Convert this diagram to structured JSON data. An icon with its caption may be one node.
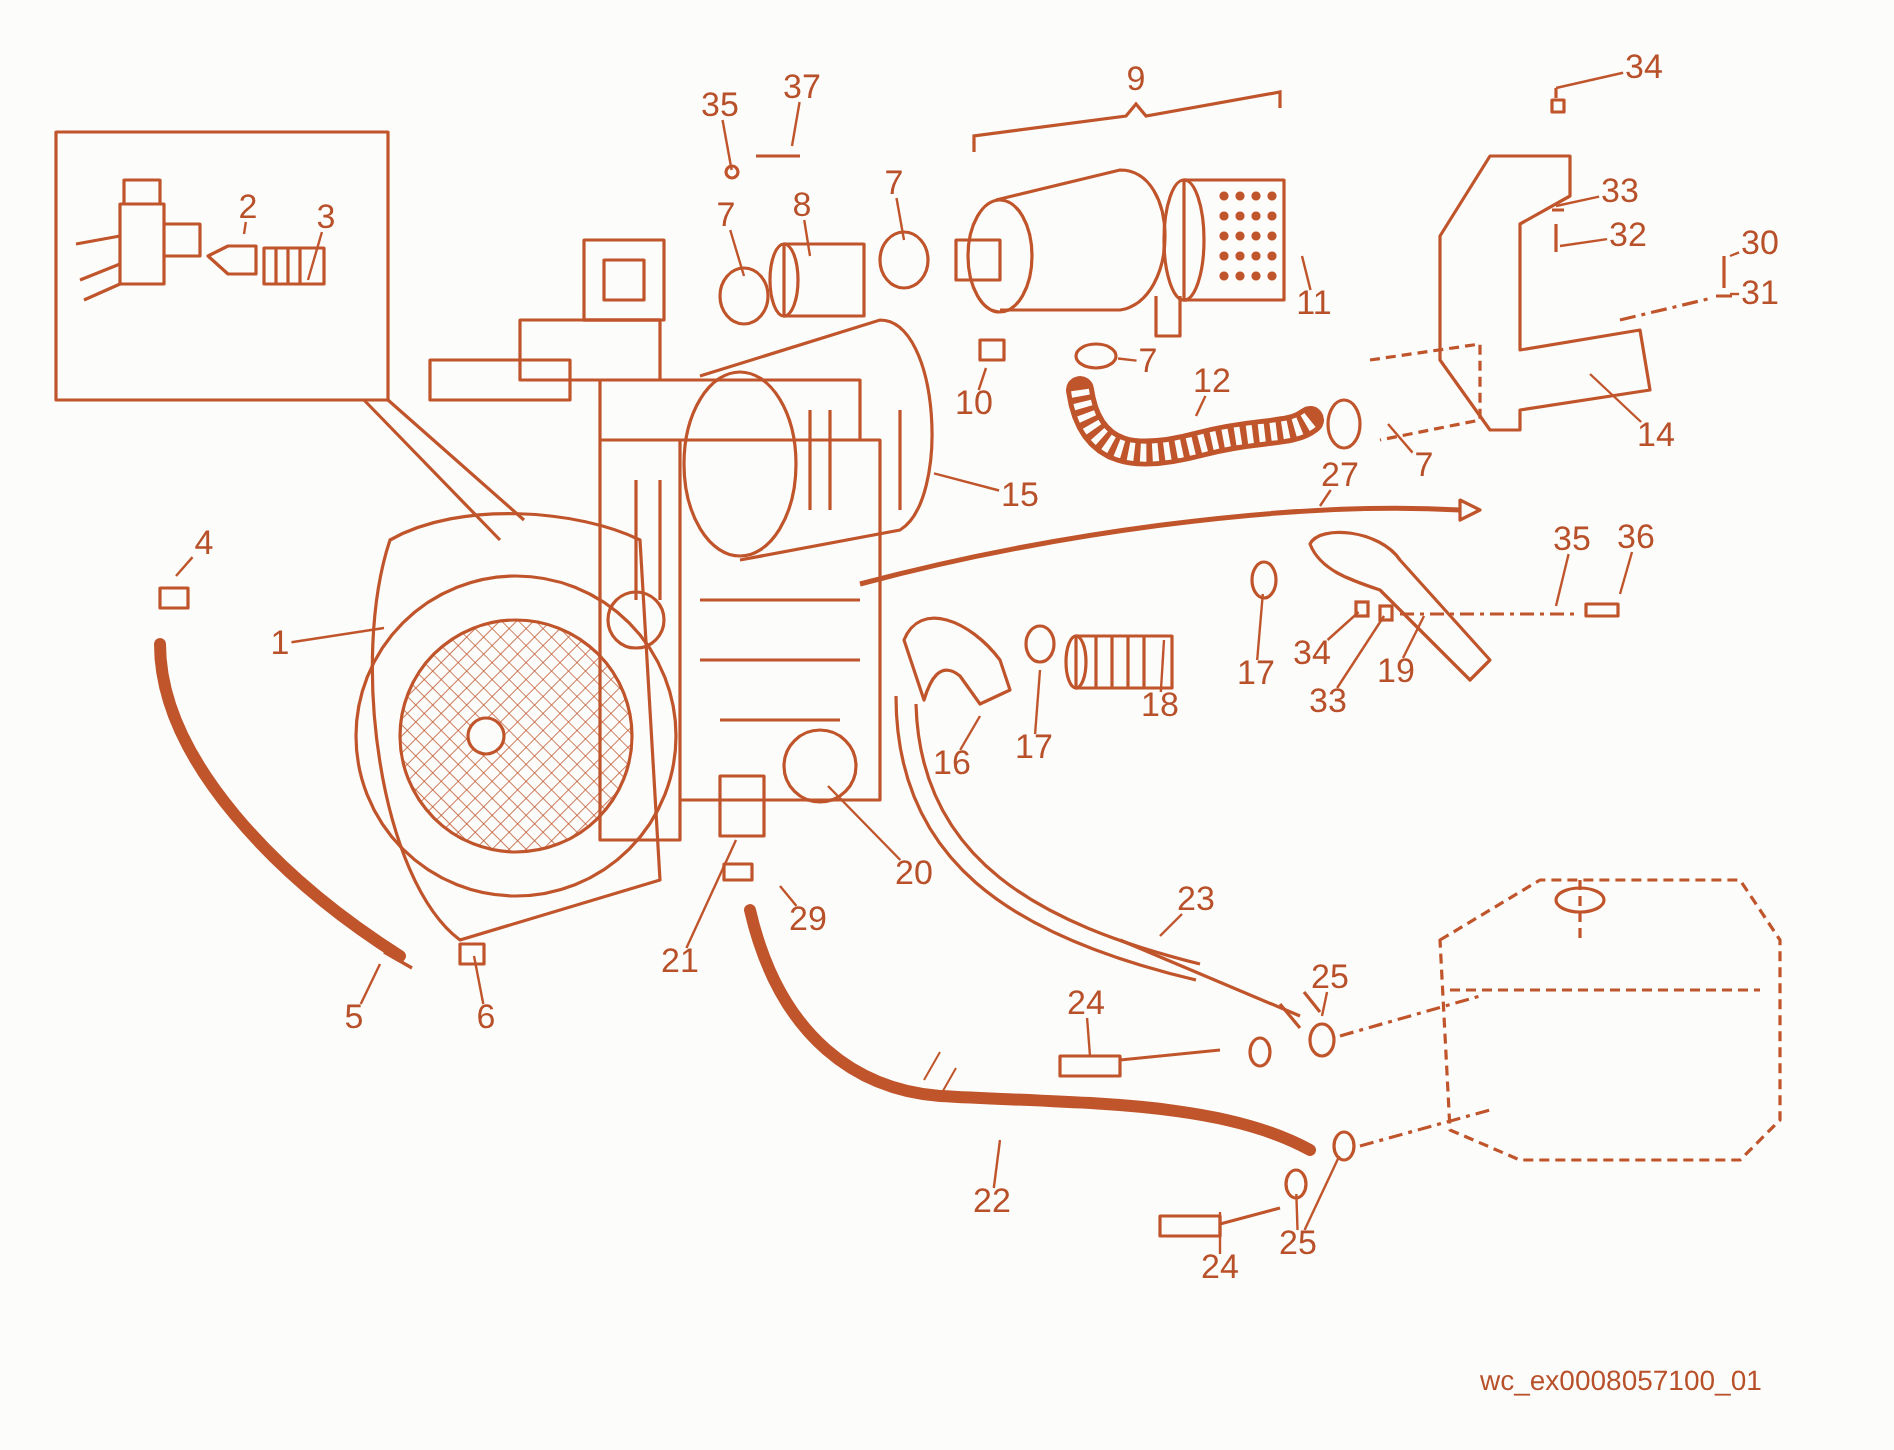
{
  "diagram": {
    "nodes": [
      {
        "text": [
          "35"
        ]
      },
      {
        "text": [
          "37"
        ]
      },
      {
        "text": [
          "9"
        ]
      },
      {
        "text": [
          "34"
        ]
      },
      {
        "text": [
          "2"
        ]
      },
      {
        "text": [
          "3"
        ]
      },
      {
        "text": [
          "7"
        ]
      },
      {
        "text": [
          "8"
        ]
      },
      {
        "text": [
          "7"
        ]
      },
      {
        "text": [
          "33"
        ]
      },
      {
        "text": [
          "32"
        ]
      },
      {
        "text": [
          "30"
        ]
      },
      {
        "text": [
          "31"
        ]
      },
      {
        "text": [
          "11"
        ]
      },
      {
        "text": [
          "10"
        ]
      },
      {
        "text": [
          "7"
        ]
      },
      {
        "text": [
          "12"
        ]
      },
      {
        "text": [
          "15"
        ]
      },
      {
        "text": [
          "27"
        ]
      },
      {
        "text": [
          "7"
        ]
      },
      {
        "text": [
          "14"
        ]
      },
      {
        "text": [
          "1"
        ]
      },
      {
        "text": [
          "4"
        ]
      },
      {
        "text": [
          "35"
        ]
      },
      {
        "text": [
          "36"
        ]
      },
      {
        "text": [
          "34"
        ]
      },
      {
        "text": [
          "19"
        ]
      },
      {
        "text": [
          "33"
        ]
      },
      {
        "text": [
          "17"
        ]
      },
      {
        "text": [
          "18"
        ]
      },
      {
        "text": [
          "17"
        ]
      },
      {
        "text": [
          "16"
        ]
      },
      {
        "text": [
          "20"
        ]
      },
      {
        "text": [
          "21"
        ]
      },
      {
        "text": [
          "29"
        ]
      },
      {
        "text": [
          "5"
        ]
      },
      {
        "text": [
          "6"
        ]
      },
      {
        "text": [
          "23"
        ]
      },
      {
        "text": [
          "25"
        ]
      },
      {
        "text": [
          "24"
        ]
      },
      {
        "text": [
          "22"
        ]
      },
      {
        "text": [
          "24"
        ]
      },
      {
        "text": [
          "25"
        ]
      },
      {
        "text": [],
        "shape": "circle"
      },
      {
        "text": [],
        "shape": "cylinder"
      },
      {
        "text": [],
        "shape": "circle"
      },
      {
        "text": [],
        "shape": "box"
      },
      {
        "text": [],
        "shape": "circle"
      },
      {
        "text": [],
        "shape": "circle"
      },
      {
        "text": [],
        "shape": "circle"
      },
      {
        "text": [],
        "shape": "box"
      }
    ],
    "edges": [
      {
        "from": 0,
        "to": 43,
        "arrow": "none"
      },
      {
        "from": 1,
        "to": null,
        "arrow": "none"
      },
      {
        "from": 3,
        "to": null,
        "arrow": "none"
      },
      {
        "from": 4,
        "to": null,
        "arrow": "none"
      },
      {
        "from": 5,
        "to": null,
        "arrow": "none"
      },
      {
        "from": 6,
        "to": null,
        "arrow": "none"
      },
      {
        "from": 7,
        "to": null,
        "arrow": "none"
      },
      {
        "from": 8,
        "to": null,
        "arrow": "none"
      },
      {
        "from": 9,
        "to": null,
        "arrow": "none"
      },
      {
        "from": 10,
        "to": null,
        "arrow": "none"
      },
      {
        "from": 11,
        "to": null,
        "arrow": "none"
      },
      {
        "from": 12,
        "to": null,
        "arrow": "none"
      },
      {
        "from": 13,
        "to": null,
        "arrow": "none"
      },
      {
        "from": 14,
        "to": null,
        "arrow": "none"
      },
      {
        "from": 15,
        "to": 45,
        "arrow": "none"
      },
      {
        "from": 16,
        "to": null,
        "arrow": "none"
      },
      {
        "from": 17,
        "to": 44,
        "arrow": "none"
      },
      {
        "from": 18,
        "to": null,
        "arrow": "none"
      },
      {
        "from": 19,
        "to": null,
        "arrow": "none"
      },
      {
        "from": 20,
        "to": null,
        "arrow": "none"
      },
      {
        "from": 21,
        "to": null,
        "arrow": "none"
      },
      {
        "from": 22,
        "to": null,
        "arrow": "none"
      },
      {
        "from": 23,
        "to": null,
        "arrow": "none"
      },
      {
        "from": 24,
        "to": null,
        "arrow": "none"
      },
      {
        "from": 25,
        "to": 46,
        "arrow": "none"
      },
      {
        "from": 26,
        "to": null,
        "arrow": "none"
      },
      {
        "from": 27,
        "to": 50,
        "arrow": "none"
      },
      {
        "from": 28,
        "to": 47,
        "arrow": "none"
      },
      {
        "from": 29,
        "to": null,
        "arrow": "none"
      },
      {
        "from": 30,
        "to": null,
        "arrow": "none"
      },
      {
        "from": 31,
        "to": null,
        "arrow": "none"
      },
      {
        "from": 32,
        "to": null,
        "arrow": "none"
      },
      {
        "from": 33,
        "to": null,
        "arrow": "none"
      },
      {
        "from": 34,
        "to": null,
        "arrow": "none"
      },
      {
        "from": 35,
        "to": null,
        "arrow": "none"
      },
      {
        "from": 36,
        "to": null,
        "arrow": "none"
      },
      {
        "from": 37,
        "to": null,
        "arrow": "none"
      },
      {
        "from": 38,
        "to": null,
        "arrow": "none"
      },
      {
        "from": 39,
        "to": null,
        "arrow": "none"
      },
      {
        "from": 40,
        "to": null,
        "arrow": "none"
      },
      {
        "from": 41,
        "to": null,
        "arrow": "none"
      },
      {
        "from": 42,
        "to": 48,
        "arrow": "none"
      },
      {
        "from": 42,
        "to": 49,
        "arrow": "none"
      }
    ],
    "labels": [
      "wc_ex0008057100_01"
    ]
  }
}
